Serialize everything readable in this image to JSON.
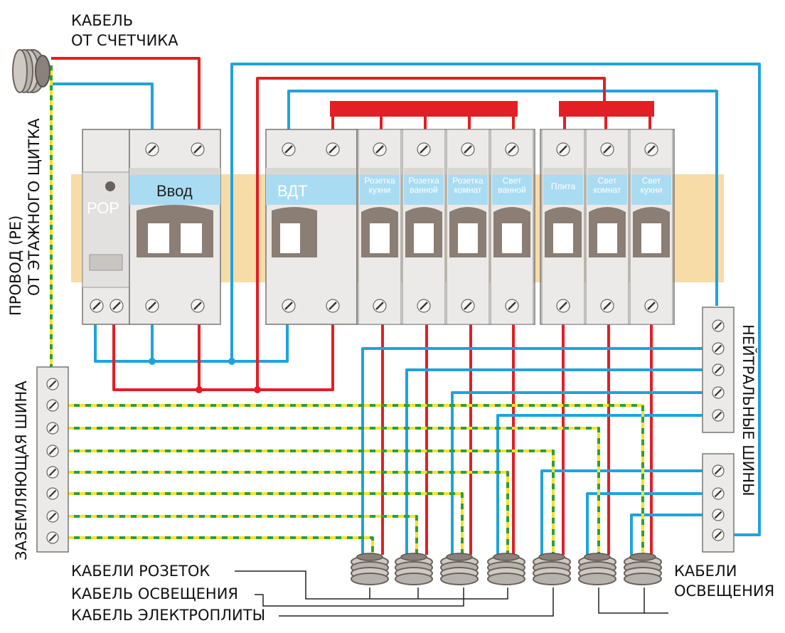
{
  "labels": {
    "meter_cable_line1": "КАБЕЛЬ",
    "meter_cable_line2": "ОТ СЧЕТЧИКА",
    "pe_wire_line1": "ПРОВОД (PE)",
    "pe_wire_line2": "ОТ ЭТАЖНОГО ЩИТКА",
    "ground_bus": "ЗАЗЕМЛЯЮЩАЯ ШИНА",
    "neutral_buses": "НЕЙТРАЛЬНЫЕ ШИНЫ",
    "socket_cables": "КАБЕЛИ РОЗЕТОК",
    "lighting_cable": "КАБЕЛЬ ОСВЕЩЕНИЯ",
    "stove_cable": "КАБЕЛЬ ЭЛЕКТРОПЛИТЫ",
    "lighting_cables_line1": "КАБЕЛИ",
    "lighting_cables_line2": "ОСВЕЩЕНИЯ"
  },
  "devices": {
    "surge_relay": "РОР",
    "main_breaker": "Ввод",
    "rcd": "ВДТ"
  },
  "breakers": [
    {
      "line1": "Розетка",
      "line2": "кухни"
    },
    {
      "line1": "Розетка",
      "line2": "ванной"
    },
    {
      "line1": "Розетка",
      "line2": "комнат"
    },
    {
      "line1": "Свет",
      "line2": "ванной"
    },
    {
      "line1": "Плита",
      "line2": ""
    },
    {
      "line1": "Свет",
      "line2": "комнат"
    },
    {
      "line1": "Свет",
      "line2": "кухни"
    }
  ],
  "colors": {
    "phase": "#e31e24",
    "neutral": "#1fa3dc",
    "earth_yellow": "#f2e32a",
    "earth_green": "#2e9e3a",
    "device_body": "#eceae8",
    "window": "#a9dcf2",
    "rail": "#f7dca8",
    "lever": "#8a7e75"
  }
}
